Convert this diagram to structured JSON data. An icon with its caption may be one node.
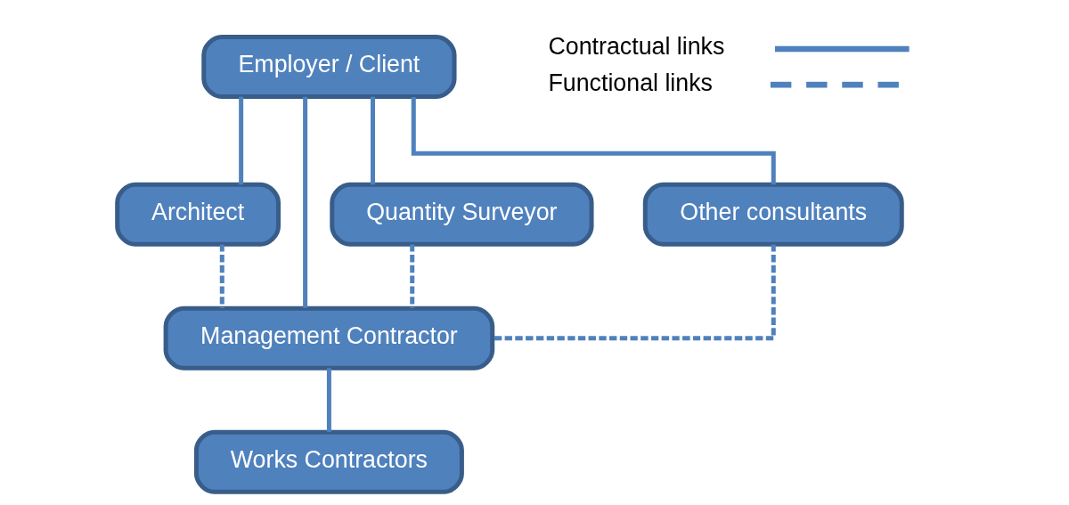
{
  "diagram": {
    "nodes": [
      {
        "text": [
          "Employer / Client"
        ]
      },
      {
        "text": [
          "Management Contractor"
        ]
      },
      {
        "text": [
          "Architect"
        ]
      },
      {
        "text": [
          "Quantity Surveyor"
        ]
      },
      {
        "text": [
          "Other consultants"
        ]
      },
      {
        "text": [
          "Works Contractors"
        ]
      }
    ],
    "edges": [
      {
        "from": 0,
        "to": 1,
        "arrow": "none"
      },
      {
        "from": 0,
        "to": 2,
        "arrow": "none"
      },
      {
        "from": 0,
        "to": 3,
        "arrow": "none"
      },
      {
        "from": 0,
        "to": 4,
        "arrow": "none"
      },
      {
        "from": 1,
        "to": 5,
        "arrow": "none"
      },
      {
        "from": 2,
        "to": 1,
        "arrow": "none",
        "style": "dashed"
      },
      {
        "from": 3,
        "to": 1,
        "arrow": "none",
        "style": "dashed"
      },
      {
        "from": 4,
        "to": 1,
        "arrow": "none",
        "style": "dashed"
      }
    ],
    "legend": [
      {
        "text": "Contractual links"
      },
      {
        "text": "Functional links"
      }
    ]
  }
}
